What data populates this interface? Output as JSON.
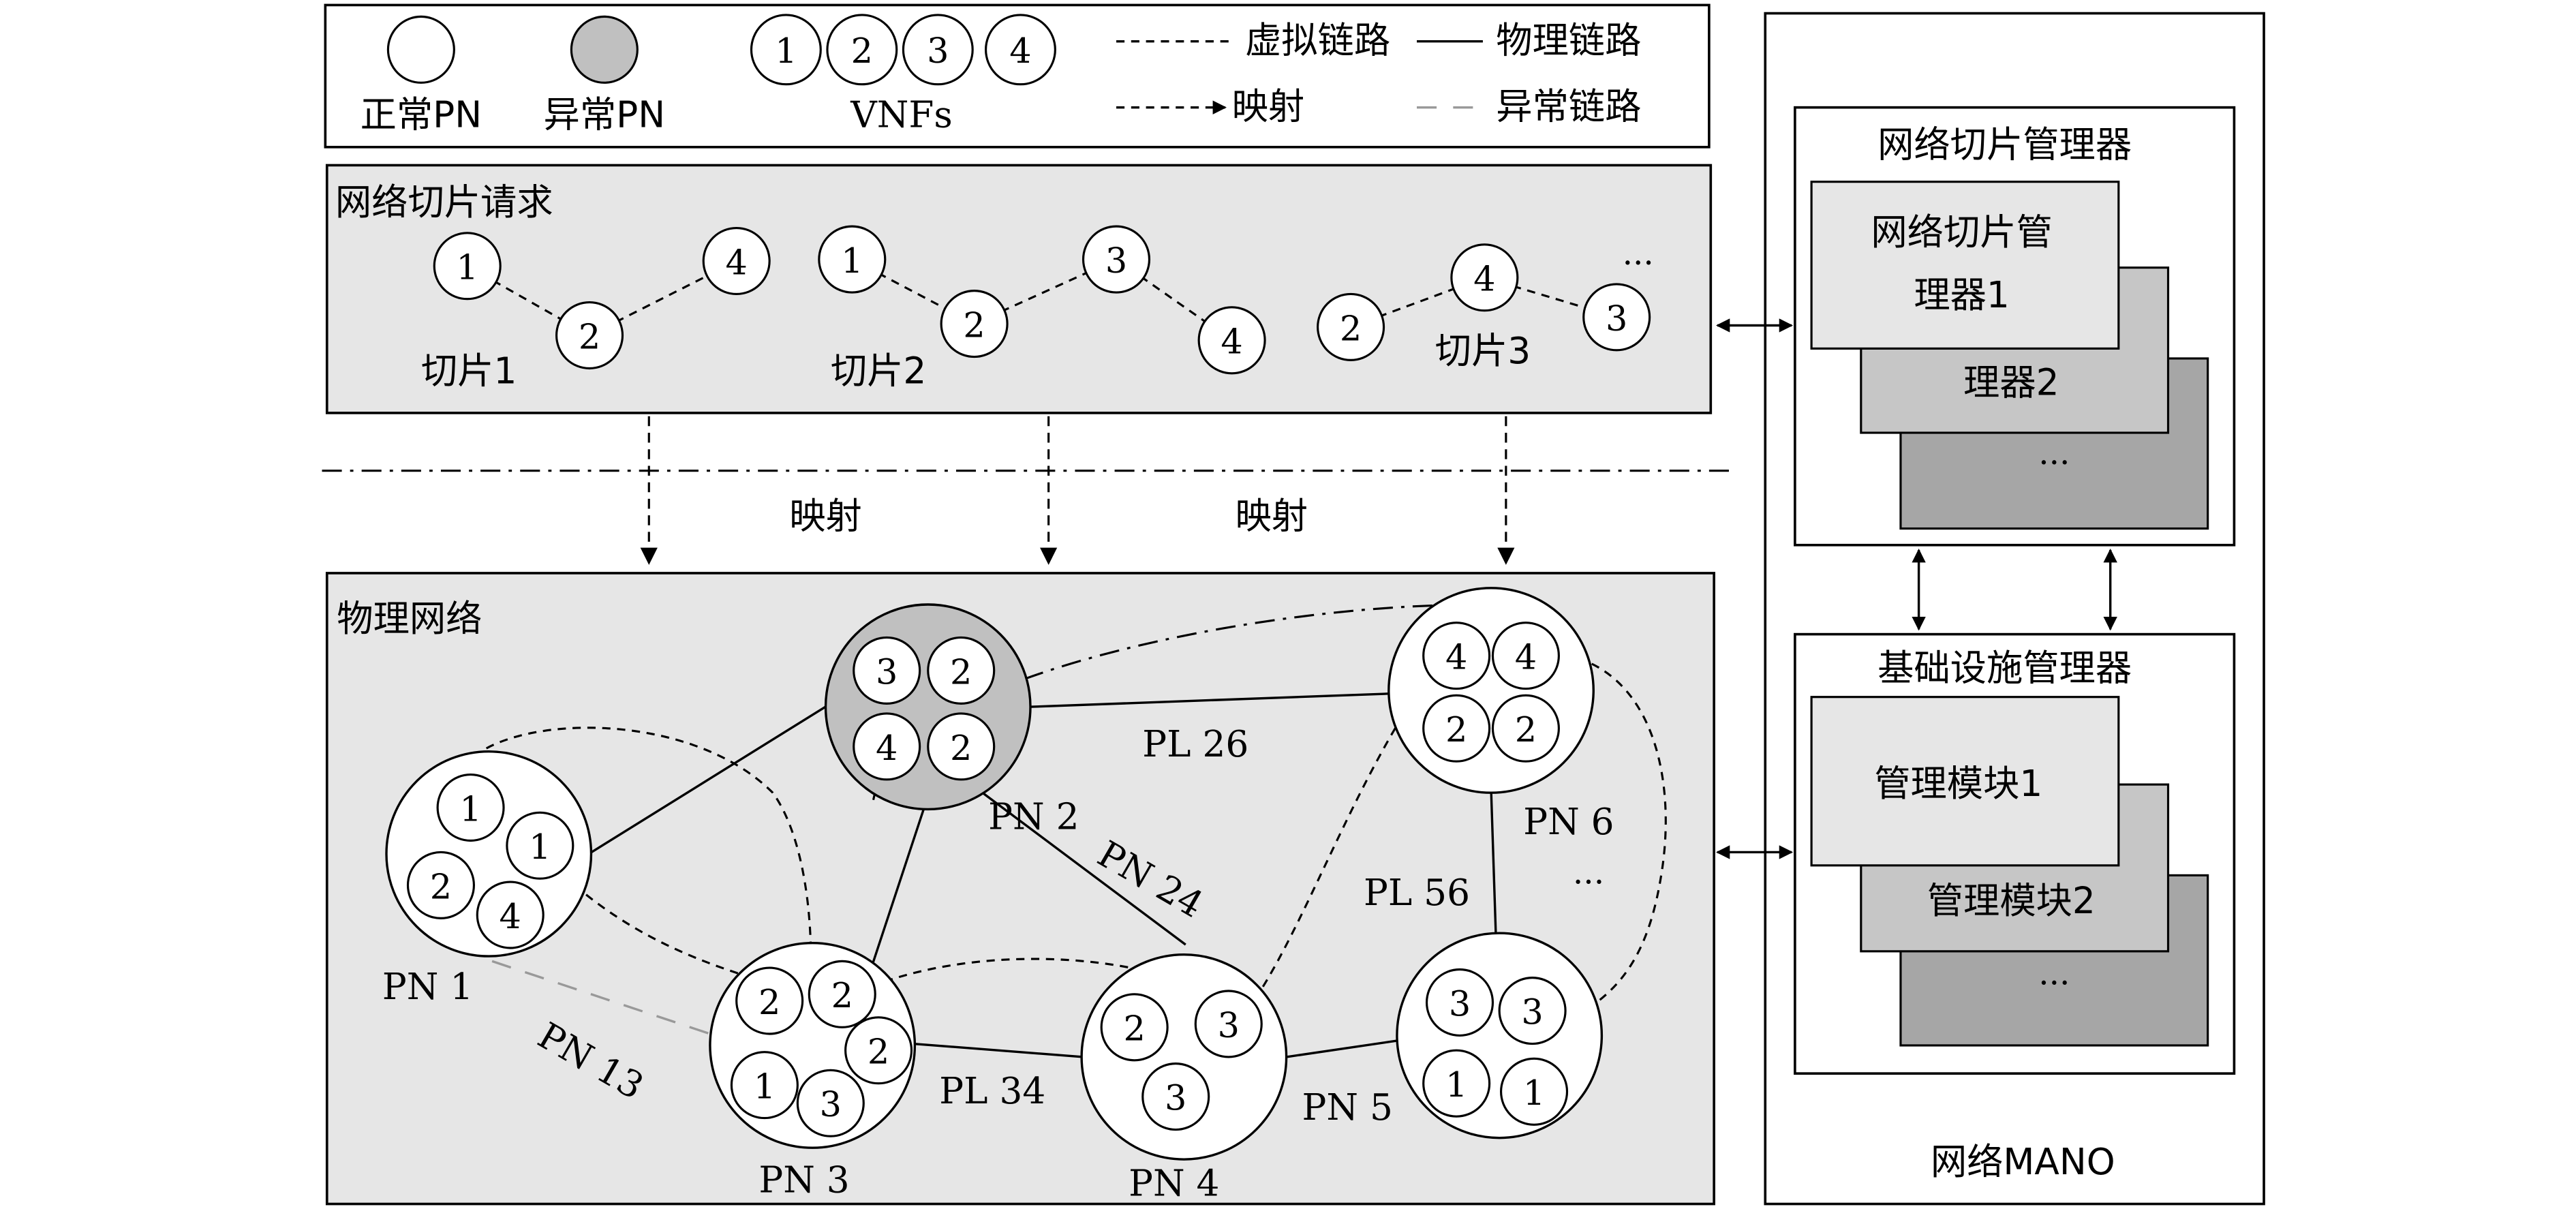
{
  "legend": {
    "normal_pn": "正常PN",
    "abnormal_pn": "异常PN",
    "vnfs": "VNFs",
    "vnf_numbers": [
      "1",
      "2",
      "3",
      "4"
    ],
    "virtual_link": "虚拟链路",
    "physical_link": "物理链路",
    "mapping": "映射",
    "abnormal_link": "异常链路"
  },
  "request": {
    "title": "网络切片请求",
    "slices": [
      {
        "label": "切片1",
        "nodes": [
          "1",
          "2",
          "4"
        ]
      },
      {
        "label": "切片2",
        "nodes": [
          "1",
          "2",
          "3",
          "4"
        ]
      },
      {
        "label": "切片3",
        "nodes": [
          "2",
          "4",
          "3"
        ]
      }
    ],
    "ellipsis": "..."
  },
  "mapping_labels": [
    "映射",
    "映射"
  ],
  "physical": {
    "title": "物理网络",
    "nodes": [
      {
        "id": "PN 1",
        "state": "normal",
        "vnfs": [
          "1",
          "1",
          "2",
          "4"
        ]
      },
      {
        "id": "PN 2",
        "state": "abnormal",
        "vnfs": [
          "3",
          "2",
          "4",
          "2"
        ]
      },
      {
        "id": "PN 3",
        "state": "normal",
        "vnfs": [
          "2",
          "2",
          "2",
          "1",
          "3"
        ]
      },
      {
        "id": "PN 4",
        "state": "normal",
        "vnfs": [
          "2",
          "3",
          "3"
        ]
      },
      {
        "id": "PN 5",
        "state": "normal",
        "vnfs": [
          "3",
          "3",
          "1",
          "1"
        ]
      },
      {
        "id": "PN 6",
        "state": "normal",
        "vnfs": [
          "4",
          "4",
          "2",
          "2"
        ]
      }
    ],
    "link_labels": [
      "PN 13",
      "PN 24",
      "PL 26",
      "PL 34",
      "PN 5",
      "PL 56"
    ],
    "ellipsis": "..."
  },
  "mano": {
    "title": "网络MANO",
    "slice_manager": {
      "title": "网络切片管理器",
      "cards": [
        "网络切片管",
        "理器1",
        "理器2",
        "..."
      ]
    },
    "infra_manager": {
      "title": "基础设施管理器",
      "cards": [
        "管理模块1",
        "管理模块2",
        "..."
      ]
    }
  },
  "colors": {
    "panel_fill": "#e6e6e6",
    "abnormal_fill": "#c0c0c0",
    "card_light": "#e6e6e6",
    "card_mid": "#c6c6c6",
    "card_dark": "#a6a6a6",
    "abnormal_link": "#999999"
  }
}
